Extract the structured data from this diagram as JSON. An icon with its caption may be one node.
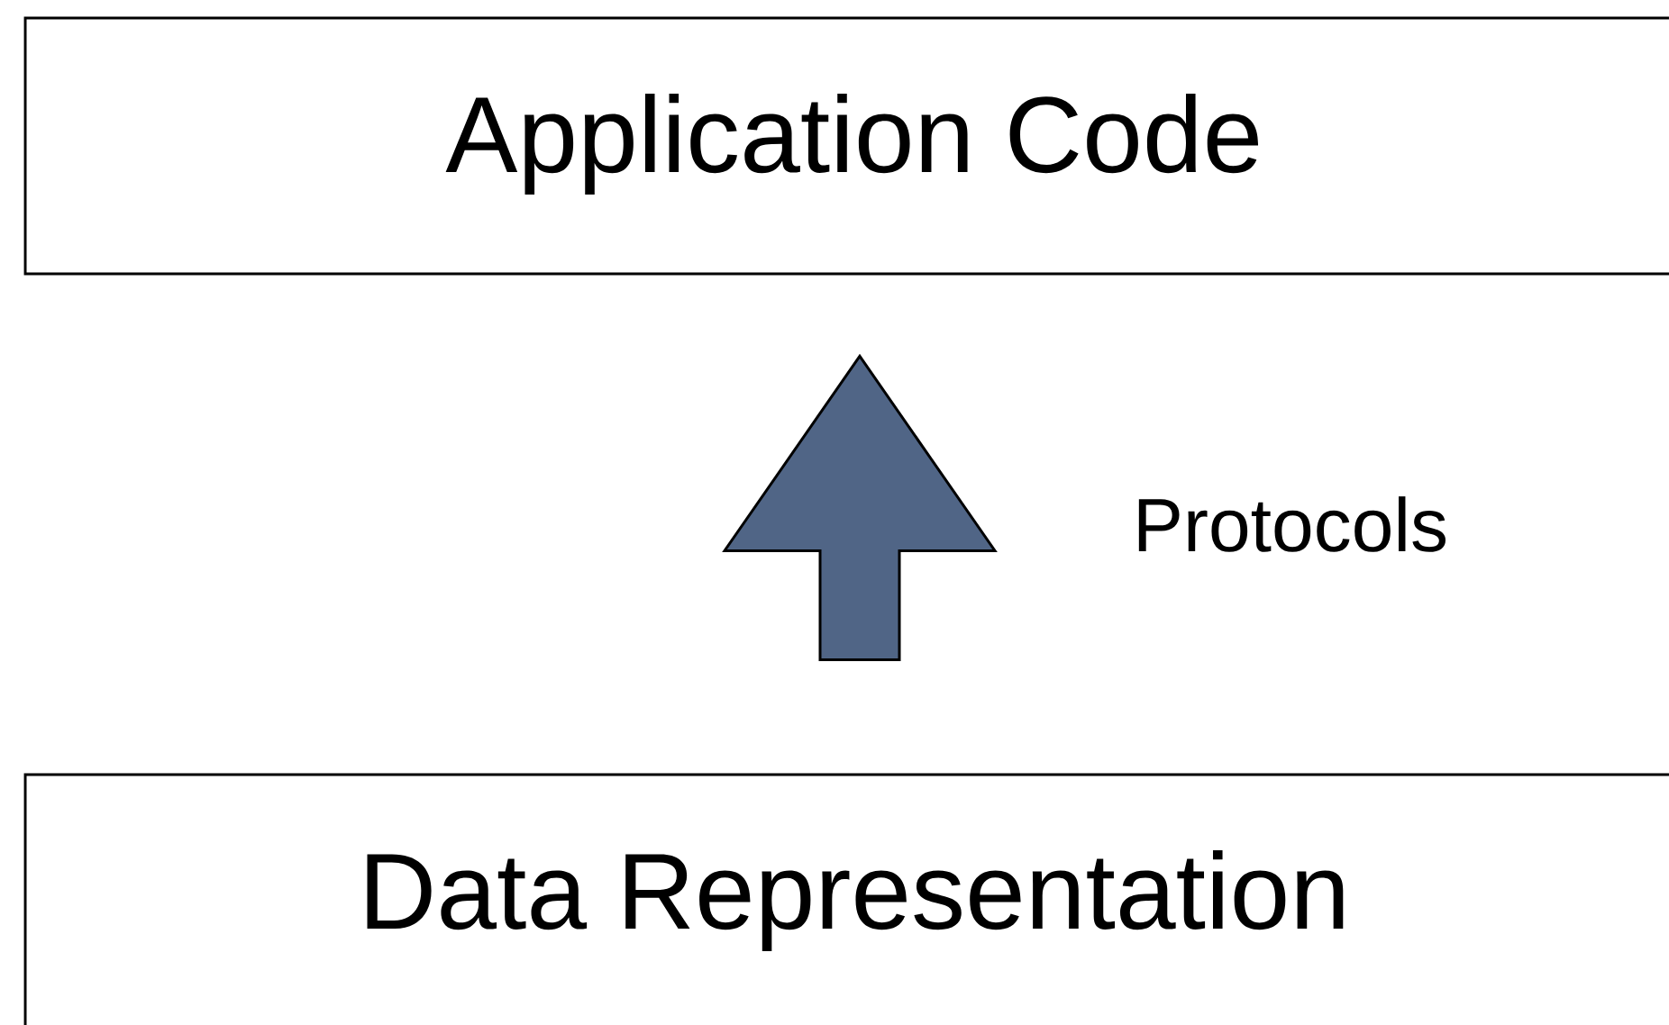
{
  "diagram": {
    "nodes": [
      {
        "text": [
          "Application Code"
        ]
      },
      {
        "text": [
          "Data Representation"
        ]
      }
    ],
    "edges": [
      {
        "from": 1,
        "to": 0,
        "arrow": "to",
        "label": "Protocols"
      }
    ]
  }
}
